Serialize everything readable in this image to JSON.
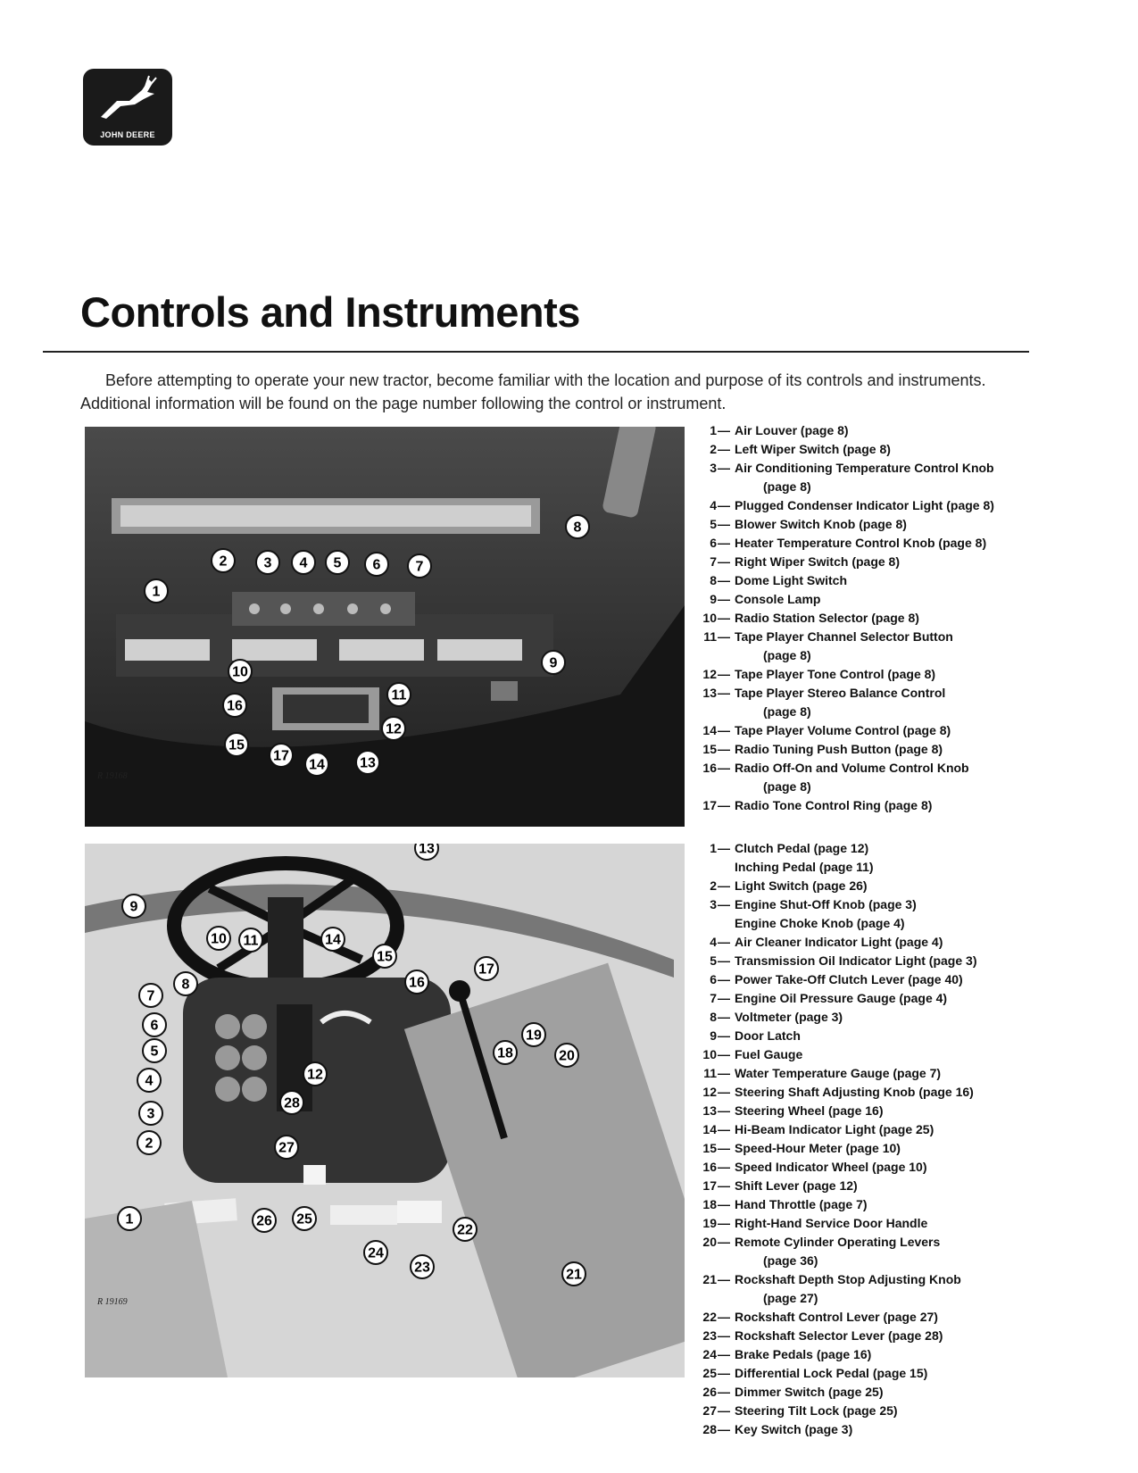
{
  "logo": {
    "brand_text": "JOHN DEERE"
  },
  "title": "Controls and Instruments",
  "intro": "Before attempting to operate your new tractor, become familiar with the location and purpose of its controls and instruments. Additional information will be found on the page number following the control or instrument.",
  "figures": [
    {
      "ref": "R 19168",
      "callouts": [
        "1",
        "2",
        "3",
        "4",
        "5",
        "6",
        "7",
        "8",
        "9",
        "10",
        "11",
        "12",
        "13",
        "14",
        "15",
        "16",
        "17"
      ]
    },
    {
      "ref": "R 19169",
      "callouts": [
        "1",
        "2",
        "3",
        "4",
        "5",
        "6",
        "7",
        "8",
        "9",
        "10",
        "11",
        "12",
        "13",
        "14",
        "15",
        "16",
        "17",
        "18",
        "19",
        "20",
        "21",
        "22",
        "23",
        "24",
        "25",
        "26",
        "27",
        "28"
      ]
    }
  ],
  "legend_top": [
    {
      "num": "1",
      "text": "Air Louver (page 8)"
    },
    {
      "num": "2",
      "text": "Left Wiper Switch (page 8)"
    },
    {
      "num": "3",
      "text": "Air Conditioning Temperature Control Knob",
      "cont": "(page 8)"
    },
    {
      "num": "4",
      "text": "Plugged Condenser Indicator Light (page 8)"
    },
    {
      "num": "5",
      "text": "Blower Switch Knob (page 8)"
    },
    {
      "num": "6",
      "text": "Heater Temperature Control Knob (page 8)"
    },
    {
      "num": "7",
      "text": "Right Wiper Switch (page 8)"
    },
    {
      "num": "8",
      "text": "Dome Light Switch"
    },
    {
      "num": "9",
      "text": "Console Lamp"
    },
    {
      "num": "10",
      "text": "Radio Station Selector (page 8)"
    },
    {
      "num": "11",
      "text": "Tape Player Channel Selector Button",
      "cont": "(page 8)"
    },
    {
      "num": "12",
      "text": "Tape Player Tone Control (page 8)"
    },
    {
      "num": "13",
      "text": "Tape Player Stereo Balance Control",
      "cont": "(page 8)"
    },
    {
      "num": "14",
      "text": "Tape Player Volume Control (page 8)"
    },
    {
      "num": "15",
      "text": "Radio Tuning Push Button (page 8)"
    },
    {
      "num": "16",
      "text": "Radio Off-On and Volume Control Knob",
      "cont": "(page 8)"
    },
    {
      "num": "17",
      "text": "Radio Tone Control Ring (page 8)"
    }
  ],
  "legend_bottom": [
    {
      "num": "1",
      "text": "Clutch Pedal (page 12)",
      "sub": "Inching Pedal (page 11)"
    },
    {
      "num": "2",
      "text": "Light Switch (page 26)"
    },
    {
      "num": "3",
      "text": "Engine Shut-Off Knob (page 3)",
      "sub": "Engine Choke Knob (page 4)"
    },
    {
      "num": "4",
      "text": "Air Cleaner Indicator Light (page 4)"
    },
    {
      "num": "5",
      "text": "Transmission Oil Indicator Light (page 3)"
    },
    {
      "num": "6",
      "text": "Power Take-Off Clutch Lever (page 40)"
    },
    {
      "num": "7",
      "text": "Engine Oil Pressure Gauge (page 4)"
    },
    {
      "num": "8",
      "text": "Voltmeter (page 3)"
    },
    {
      "num": "9",
      "text": "Door Latch"
    },
    {
      "num": "10",
      "text": "Fuel Gauge"
    },
    {
      "num": "11",
      "text": "Water Temperature Gauge (page 7)"
    },
    {
      "num": "12",
      "text": "Steering Shaft Adjusting Knob (page 16)"
    },
    {
      "num": "13",
      "text": "Steering Wheel (page 16)"
    },
    {
      "num": "14",
      "text": "Hi-Beam Indicator Light (page 25)"
    },
    {
      "num": "15",
      "text": "Speed-Hour Meter (page 10)"
    },
    {
      "num": "16",
      "text": "Speed Indicator Wheel (page 10)"
    },
    {
      "num": "17",
      "text": "Shift Lever (page 12)"
    },
    {
      "num": "18",
      "text": "Hand Throttle (page 7)"
    },
    {
      "num": "19",
      "text": "Right-Hand Service Door Handle"
    },
    {
      "num": "20",
      "text": "Remote Cylinder Operating Levers",
      "cont": "(page 36)"
    },
    {
      "num": "21",
      "text": "Rockshaft Depth Stop Adjusting Knob",
      "cont": "(page 27)"
    },
    {
      "num": "22",
      "text": "Rockshaft Control Lever (page 27)"
    },
    {
      "num": "23",
      "text": "Rockshaft Selector Lever (page 28)"
    },
    {
      "num": "24",
      "text": "Brake Pedals (page 16)"
    },
    {
      "num": "25",
      "text": "Differential Lock Pedal (page 15)"
    },
    {
      "num": "26",
      "text": "Dimmer Switch (page 25)"
    },
    {
      "num": "27",
      "text": "Steering Tilt Lock (page 25)"
    },
    {
      "num": "28",
      "text": "Key Switch (page 3)"
    }
  ]
}
